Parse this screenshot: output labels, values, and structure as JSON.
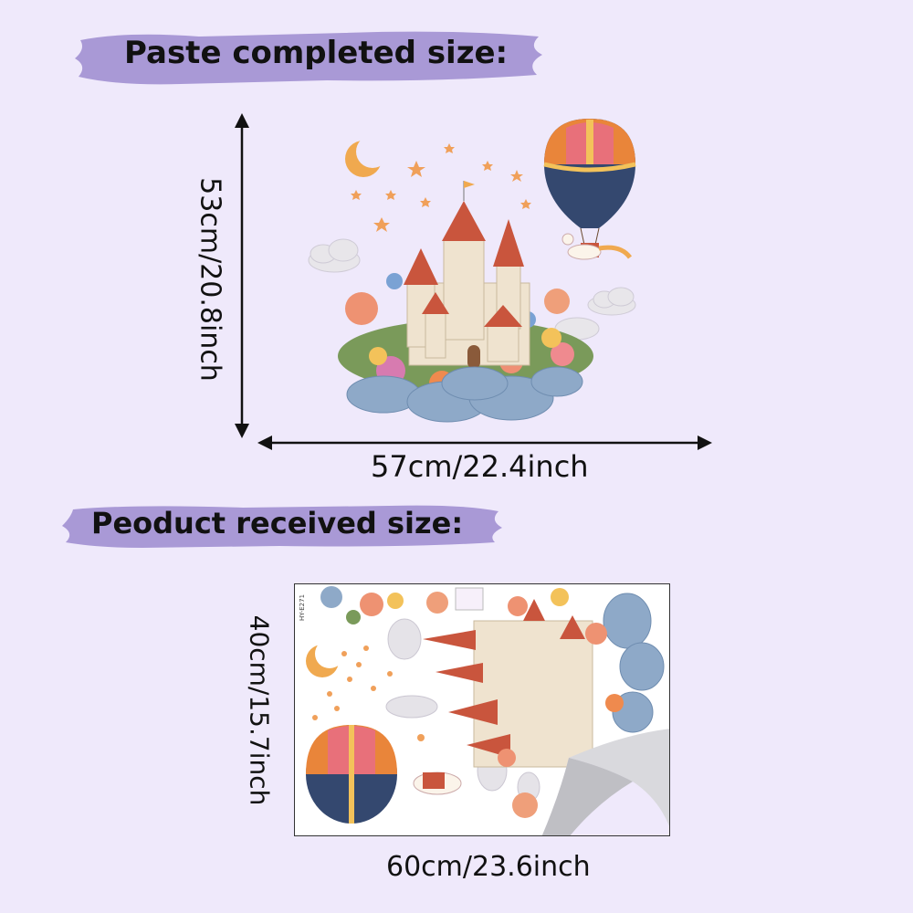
{
  "sections": {
    "completed_heading": "Paste completed size:",
    "received_heading": "Peoduct received size:"
  },
  "dimensions": {
    "completed_width": "57cm/22.4inch",
    "completed_height": "53cm/20.8inch",
    "received_width": "60cm/23.6inch",
    "received_height": "40cm/15.7inch"
  },
  "sheet": {
    "product_code": "HY-E271"
  },
  "colors": {
    "background": "#efe9fb",
    "banner": "#a999d6",
    "text": "#111111",
    "castle_wall": "#efe3cf",
    "roof": "#c9553d",
    "cloud_blue": "#8ea9c8",
    "balloon_orange": "#e9853a",
    "balloon_navy": "#34486f",
    "star": "#f0a05a"
  }
}
